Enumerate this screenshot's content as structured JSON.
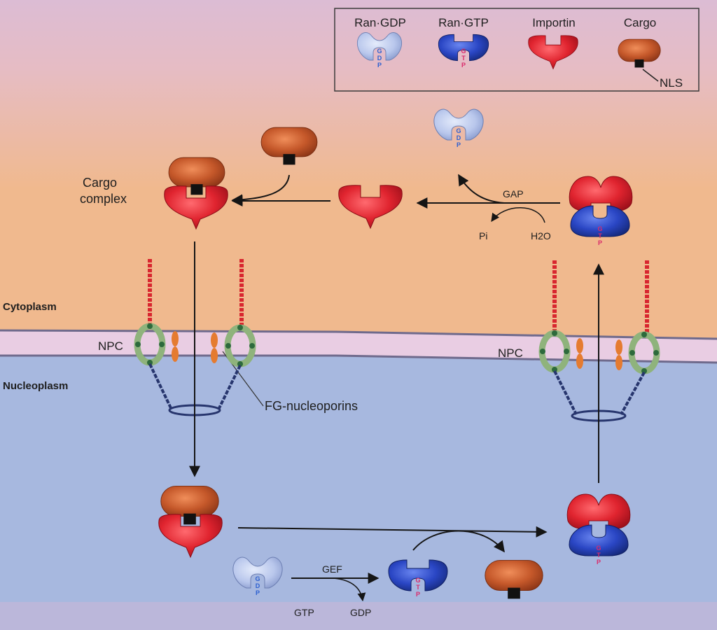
{
  "legend": {
    "ran_gdp": "Ran·GDP",
    "ran_gtp": "Ran·GTP",
    "importin": "Importin",
    "cargo": "Cargo",
    "nls": "NLS"
  },
  "labels": {
    "cargo_complex_line1": "Cargo",
    "cargo_complex_line2": "complex",
    "gap": "GAP",
    "pi": "Pi",
    "h2o": "H2O",
    "cytoplasm": "Cytoplasm",
    "nucleoplasm": "Nucleoplasm",
    "npc_left": "NPC",
    "npc_right": "NPC",
    "fg_nucleoporins": "FG-nucleoporins",
    "gef": "GEF",
    "gtp": "GTP",
    "gdp": "GDP"
  },
  "nucleotide_letters": {
    "gdp": [
      "G",
      "D",
      "P"
    ],
    "gtp": [
      "G",
      "T",
      "P"
    ]
  },
  "colors": {
    "cytoplasm_top": "#dcbcd4",
    "cytoplasm_bottom": "#f0b98e",
    "nucleoplasm": "#a7b8df",
    "membrane": "#e9cde3",
    "membrane_edge": "#6f6a8c",
    "ran_gdp": "#b9c7ec",
    "ran_gtp": "#2a46c4",
    "importin": "#e0242f",
    "cargo": "#c5582a",
    "gdp_text": "#2b5fd0",
    "gtp_text": "#d92b6b",
    "npc_ring": "#8fb37c",
    "npc_dot": "#2d6a3c",
    "npc_basket": "#27356d",
    "fg_filament": "#d8262f",
    "fg_orange": "#e57b30"
  }
}
